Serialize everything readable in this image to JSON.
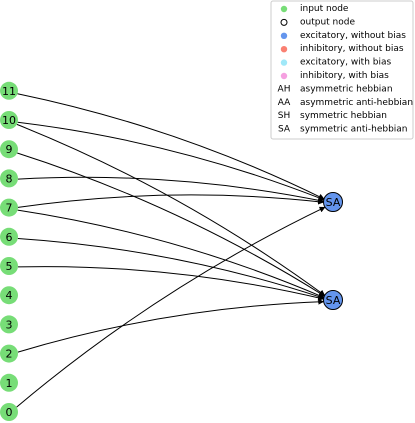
{
  "colors": {
    "input_node": "#77dd77",
    "output_node": "#6495ed",
    "output_stroke": "#000000",
    "edge": "#000000",
    "legend_border": "#cccccc"
  },
  "input_nodes": [
    {
      "id": 0,
      "label": "0"
    },
    {
      "id": 1,
      "label": "1"
    },
    {
      "id": 2,
      "label": "2"
    },
    {
      "id": 3,
      "label": "3"
    },
    {
      "id": 4,
      "label": "4"
    },
    {
      "id": 5,
      "label": "5"
    },
    {
      "id": 6,
      "label": "6"
    },
    {
      "id": 7,
      "label": "7"
    },
    {
      "id": 8,
      "label": "8"
    },
    {
      "id": 9,
      "label": "9"
    },
    {
      "id": 10,
      "label": "10"
    },
    {
      "id": 11,
      "label": "11"
    }
  ],
  "output_nodes": [
    {
      "id": "top",
      "label": "SA"
    },
    {
      "id": "bottom",
      "label": "SA"
    }
  ],
  "edges": [
    {
      "from": 11,
      "to": "top"
    },
    {
      "from": 10,
      "to": "top"
    },
    {
      "from": 8,
      "to": "top"
    },
    {
      "from": 7,
      "to": "top"
    },
    {
      "from": 0,
      "to": "top"
    },
    {
      "from": 10,
      "to": "bottom"
    },
    {
      "from": 9,
      "to": "bottom"
    },
    {
      "from": 7,
      "to": "bottom"
    },
    {
      "from": 6,
      "to": "bottom"
    },
    {
      "from": 5,
      "to": "bottom"
    },
    {
      "from": 2,
      "to": "bottom"
    }
  ],
  "legend": {
    "items": [
      {
        "marker": "dot",
        "color": "#77dd77",
        "label": "input node"
      },
      {
        "marker": "ring",
        "color": "#000000",
        "label": "output node"
      },
      {
        "marker": "dot",
        "color": "#6495ed",
        "label": "excitatory, without bias"
      },
      {
        "marker": "dot",
        "color": "#fa8072",
        "label": "inhibitory, without bias"
      },
      {
        "marker": "dot",
        "color": "#a0e8f8",
        "label": "excitatory, with bias"
      },
      {
        "marker": "dot",
        "color": "#f5a0e0",
        "label": "inhibitory, with bias"
      },
      {
        "marker": "code",
        "code": "AH",
        "label": "asymmetric hebbian"
      },
      {
        "marker": "code",
        "code": "AA",
        "label": "asymmetric anti-hebbian"
      },
      {
        "marker": "code",
        "code": "SH",
        "label": "symmetric hebbian"
      },
      {
        "marker": "code",
        "code": "SA",
        "label": "symmetric anti-hebbian"
      }
    ]
  }
}
